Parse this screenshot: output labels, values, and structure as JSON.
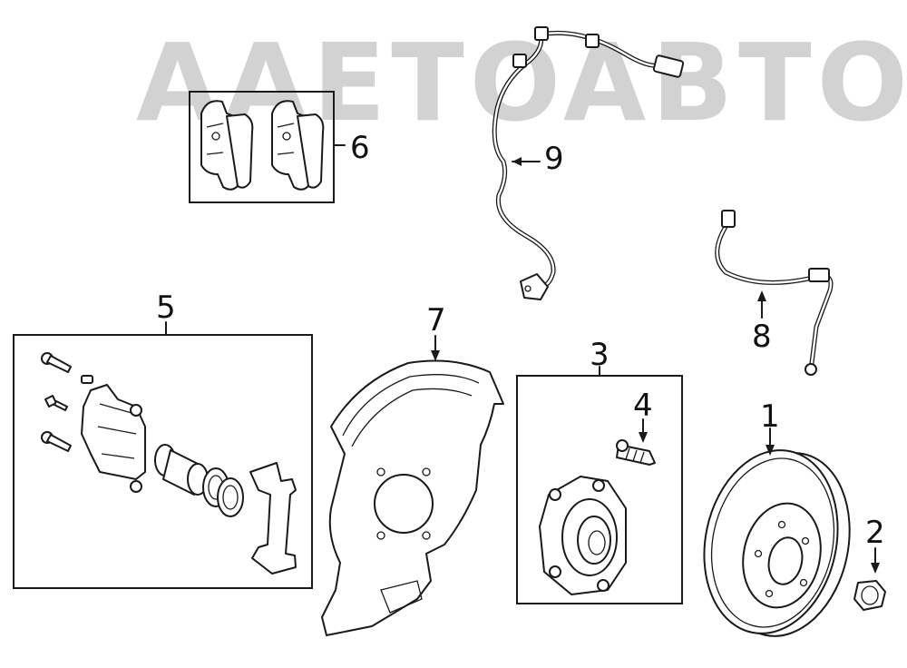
{
  "watermark": {
    "text": "AAETOABTO"
  },
  "callouts": [
    {
      "id": "1",
      "label": "1"
    },
    {
      "id": "2",
      "label": "2"
    },
    {
      "id": "3",
      "label": "3"
    },
    {
      "id": "4",
      "label": "4"
    },
    {
      "id": "5",
      "label": "5"
    },
    {
      "id": "6",
      "label": "6"
    },
    {
      "id": "7",
      "label": "7"
    },
    {
      "id": "8",
      "label": "8"
    },
    {
      "id": "9",
      "label": "9"
    }
  ]
}
